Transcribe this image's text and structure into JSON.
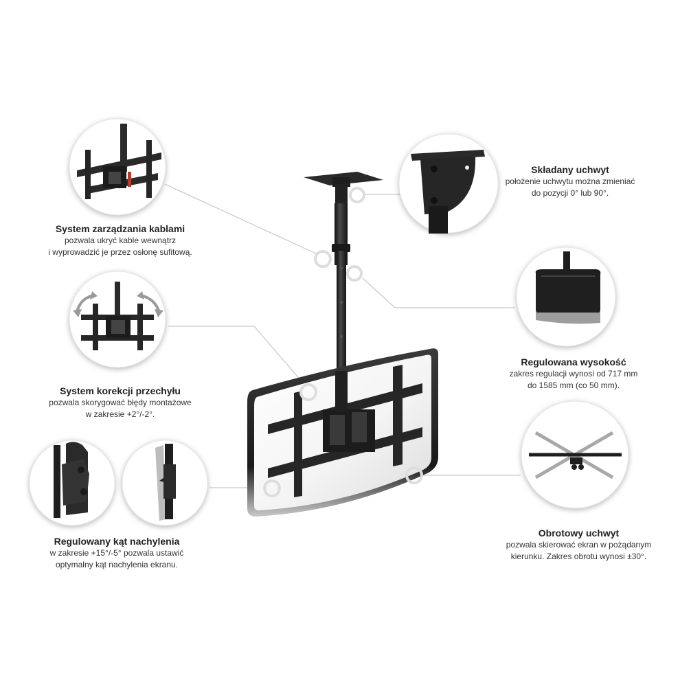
{
  "features": {
    "cable": {
      "title": "System zarządzania kablami",
      "desc1": "pozwala ukryć kable wewnątrz",
      "desc2": "i wyprowadzić je przez osłonę sufitową."
    },
    "tilt_correction": {
      "title": "System korekcji przechyłu",
      "desc1": "pozwala skorygować błędy montażowe",
      "desc2": "w zakresie +2°/-2°."
    },
    "tilt_angle": {
      "title": "Regulowany kąt nachylenia",
      "desc1": "w zakresie +15°/-5° pozwala ustawić",
      "desc2": "optymalny kąt nachylenia ekranu."
    },
    "folding": {
      "title": "Składany uchwyt",
      "desc1": "położenie uchwytu można zmieniać",
      "desc2": "do pozycji 0° lub 90°."
    },
    "height": {
      "title": "Regulowana wysokość",
      "desc1": "zakres regulacji wynosi od 717 mm",
      "desc2": "do 1585 mm (co 50 mm)."
    },
    "rotation": {
      "title": "Obrotowy uchwyt",
      "desc1": "pozwala skierować ekran w pożądanym",
      "desc2": "kierunku. Zakres obrotu wynosi ±30°."
    }
  },
  "colors": {
    "metal": "#2a2a2a",
    "leader_line": "#c8c8c8",
    "circle_border": "#e6e6e6",
    "marker_ring": "#d9d9d9",
    "arrow_gray": "#9a9a9a"
  }
}
